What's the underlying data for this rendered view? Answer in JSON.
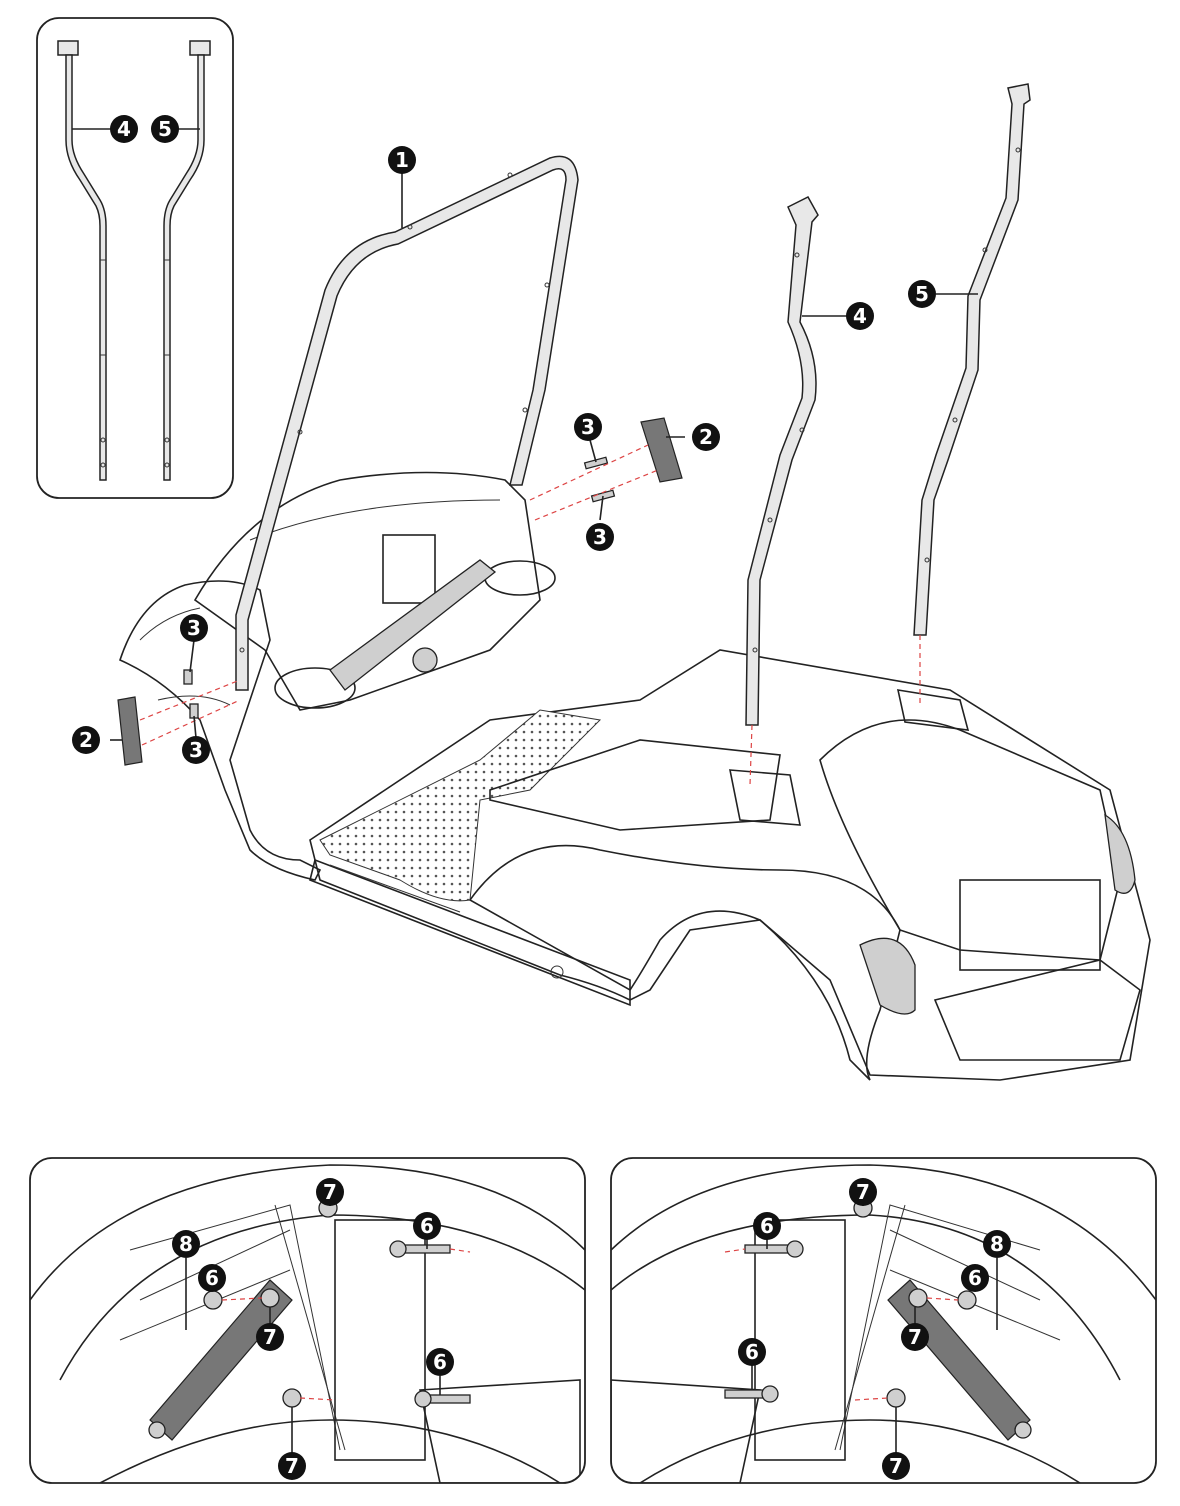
{
  "diagram": {
    "colors": {
      "line": "#222222",
      "callout_fill": "#111111",
      "callout_text": "#ffffff",
      "guide_dash": "#dd4444",
      "panel_border": "#222222"
    },
    "callouts": {
      "frame": "1",
      "cap_left": "2",
      "cap_right": "2",
      "screw_a": "3",
      "screw_b": "3",
      "screw_c": "3",
      "screw_d": "3",
      "strut_left_main": "4",
      "strut_right_main": "5",
      "strut_left_inset": "4",
      "strut_right_inset": "5",
      "bolt_l1": "6",
      "bolt_l2": "6",
      "bolt_l3": "6",
      "nut_l1": "7",
      "nut_l2": "7",
      "nut_l3": "7",
      "shock_l": "8",
      "bolt_r1": "6",
      "bolt_r2": "6",
      "bolt_r3": "6",
      "nut_r1": "7",
      "nut_r2": "7",
      "nut_r3": "7",
      "shock_r": "8"
    }
  }
}
